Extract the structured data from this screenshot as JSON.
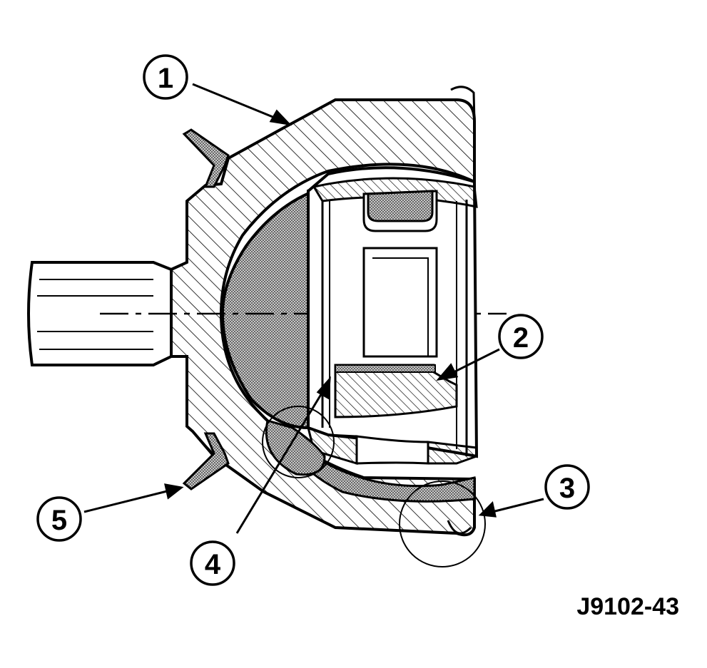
{
  "figure_code": "J9102-43",
  "callouts": [
    {
      "id": "1",
      "label": "1"
    },
    {
      "id": "2",
      "label": "2"
    },
    {
      "id": "3",
      "label": "3"
    },
    {
      "id": "4",
      "label": "4"
    },
    {
      "id": "5",
      "label": "5"
    }
  ],
  "colors": {
    "ink": "#000000",
    "paper": "#ffffff",
    "stipple": "#9a9a9a"
  }
}
